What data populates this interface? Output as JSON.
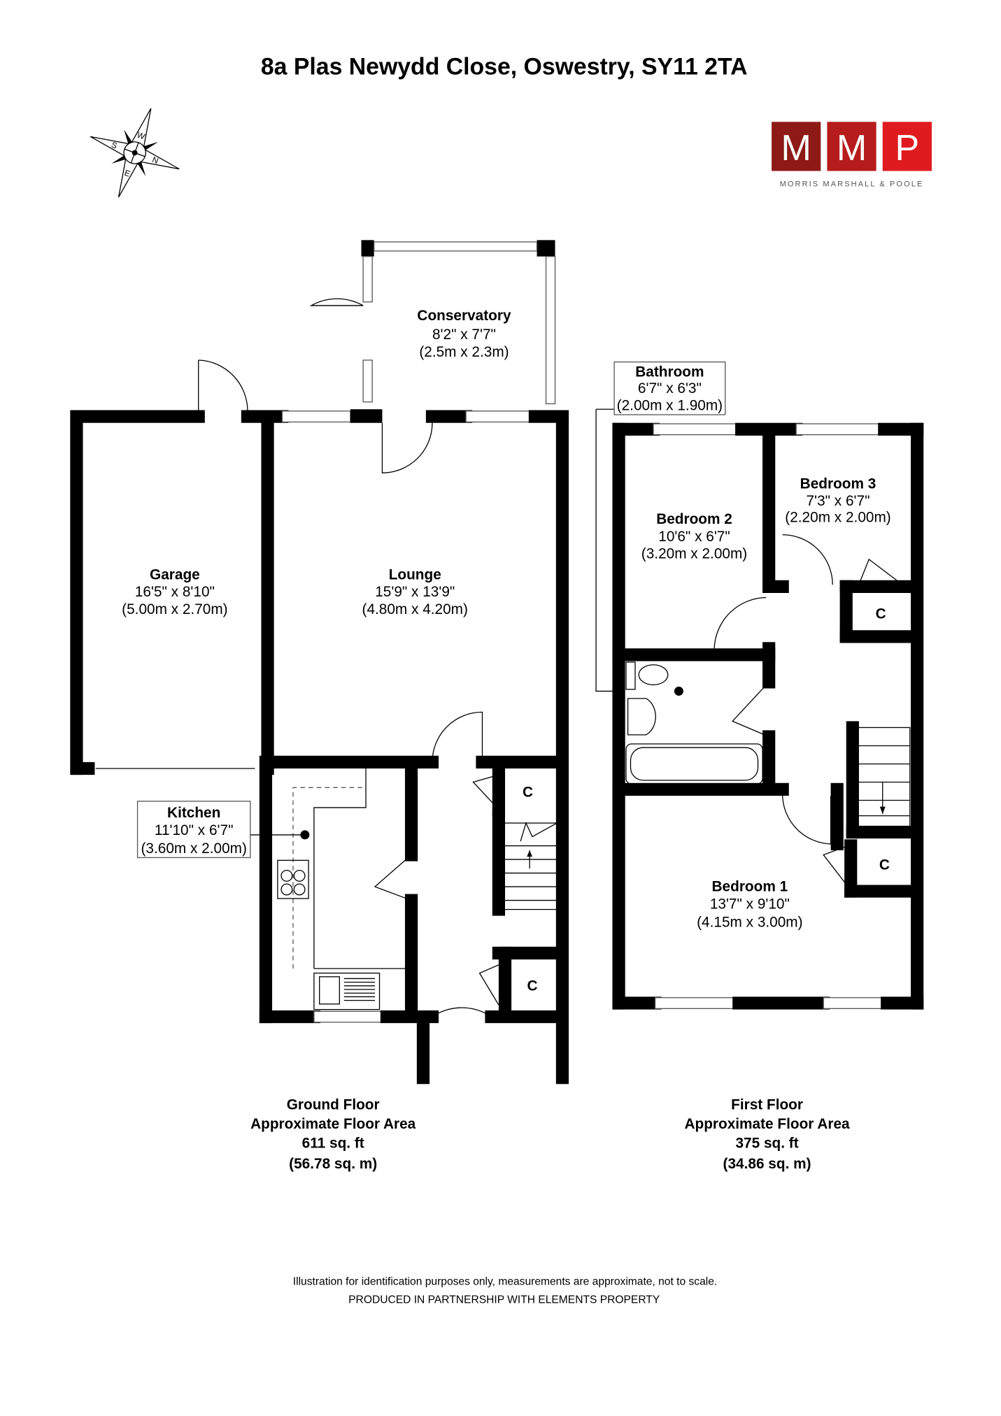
{
  "title": "8a Plas Newydd Close, Oswestry, SY11 2TA",
  "compass": {
    "n": "N",
    "s": "S",
    "e": "E",
    "w": "W"
  },
  "logo": {
    "letters": [
      "M",
      "M",
      "P"
    ],
    "company": "MORRIS MARSHALL & POOLE",
    "colors": [
      "#8e1a17",
      "#b71c1c",
      "#e01b1f"
    ]
  },
  "rooms": {
    "conservatory": {
      "name": "Conservatory",
      "imperial": "8'2\" x 7'7\"",
      "metric": "(2.5m x 2.3m)"
    },
    "garage": {
      "name": "Garage",
      "imperial": "16'5\" x 8'10\"",
      "metric": "(5.00m x 2.70m)"
    },
    "lounge": {
      "name": "Lounge",
      "imperial": "15'9\" x 13'9\"",
      "metric": "(4.80m x 4.20m)"
    },
    "kitchen": {
      "name": "Kitchen",
      "imperial": "11'10\" x 6'7\"",
      "metric": "(3.60m x 2.00m)"
    },
    "bathroom": {
      "name": "Bathroom",
      "imperial": "6'7\" x 6'3\"",
      "metric": "(2.00m x 1.90m)"
    },
    "bedroom2": {
      "name": "Bedroom 2",
      "imperial": "10'6\" x 6'7\"",
      "metric": "(3.20m x 2.00m)"
    },
    "bedroom3": {
      "name": "Bedroom 3",
      "imperial": "7'3\" x 6'7\"",
      "metric": "(2.20m x 2.00m)"
    },
    "bedroom1": {
      "name": "Bedroom 1",
      "imperial": "13'7\" x 9'10\"",
      "metric": "(4.15m x 3.00m)"
    }
  },
  "cupboard_label": "C",
  "floors": [
    {
      "name": "Ground Floor",
      "label": "Approximate Floor Area",
      "sqft": "611 sq. ft",
      "sqm": "(56.78 sq. m)"
    },
    {
      "name": "First Floor",
      "label": "Approximate Floor Area",
      "sqft": "375 sq. ft",
      "sqm": "(34.86 sq. m)"
    }
  ],
  "footer": {
    "disclaimer": "Illustration for identification purposes only, measurements are approximate, not to scale.",
    "partnership": "PRODUCED IN PARTNERSHIP WITH ELEMENTS PROPERTY"
  }
}
